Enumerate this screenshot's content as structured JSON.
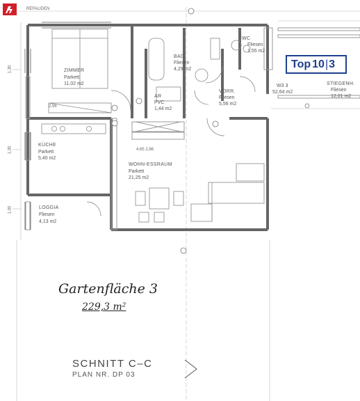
{
  "header": {
    "tag": "REFALIDEN"
  },
  "unit_badge": {
    "top": "Top",
    "number": "10",
    "floor": "3"
  },
  "rooms": {
    "zimmer": {
      "name": "ZIMMER",
      "floor": "Parkett",
      "area": "11,02 m2"
    },
    "bad": {
      "name": "BAD",
      "floor": "Fliesen",
      "area": "4,29 m2"
    },
    "wc": {
      "name": "WC",
      "floor": "Fliesen",
      "area": "1,55 m2"
    },
    "ar": {
      "name": "AR",
      "floor": "PVC",
      "area": "1,44 m2"
    },
    "vorr": {
      "name": "VORR.",
      "floor": "Fliesen",
      "area": "5,56 m2"
    },
    "kueche": {
      "name": "KÜCHE",
      "floor": "Parkett",
      "area": "5,40 m2"
    },
    "wohn": {
      "name": "WOHN-ESSRAUM",
      "floor": "Parkett",
      "area": "21,25 m2"
    },
    "loggia": {
      "name": "LOGGIA",
      "floor": "Fliesen",
      "area": "4,13 m2"
    },
    "stiegenh": {
      "name": "STIEGENH.",
      "floor": "Fliesen",
      "area": "12,01 m2"
    },
    "top_label": {
      "name": "W3 3",
      "area": "52,64 m2"
    }
  },
  "dims": {
    "zimmer_height": "2,56",
    "left_a": "1,30",
    "left_b": "1,30",
    "left_c": "1,00",
    "wohn_tag": "4,65 2,86"
  },
  "garden": {
    "title": "Gartenfläche 3",
    "area": "229,3 m²"
  },
  "section": {
    "title": "SCHNITT C–C",
    "plan": "PLAN NR. DP 03"
  }
}
